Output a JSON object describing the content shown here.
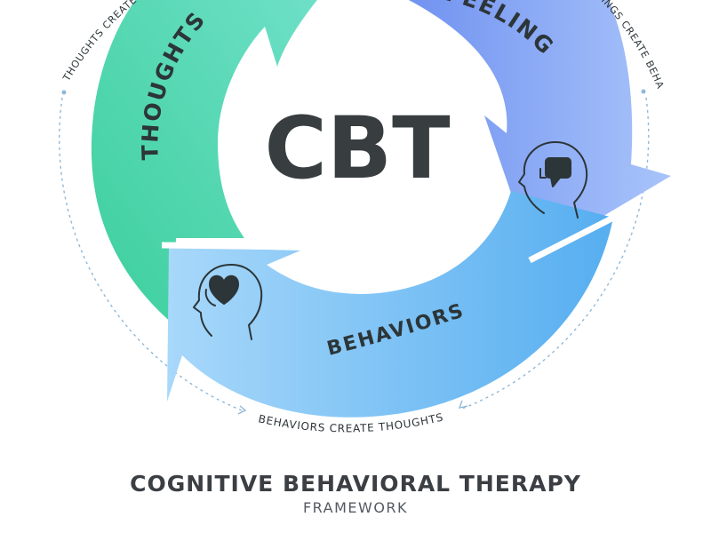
{
  "center": {
    "title": "CBT"
  },
  "arrows": {
    "thoughts": {
      "label": "THOUGHTS",
      "color_start": "#3ccf9c",
      "color_end": "#6fe0c8"
    },
    "feelings": {
      "label": "FEELINGS",
      "color_start": "#6d8ff0",
      "color_end": "#a9c4fa"
    },
    "behaviors": {
      "label": "BEHAVIORS",
      "color_start": "#a8d8fa",
      "color_end": "#56aef0"
    }
  },
  "cycle": {
    "thoughts_create": "THOUGHTS CREATE FEELINGS",
    "feelings_create": "FEELINGS CREATE BEHAVIORS",
    "behaviors_create": "BEHAVIORS CREATE THOUGHTS"
  },
  "icons": [
    "head-speech-icon",
    "head-heart-icon"
  ],
  "footer": {
    "title": "COGNITIVE BEHAVIORAL THERAPY",
    "subtitle": "FRAMEWORK"
  },
  "colors": {
    "text_dark": "#3b3f44",
    "dotted_line": "#8fb8d8"
  }
}
